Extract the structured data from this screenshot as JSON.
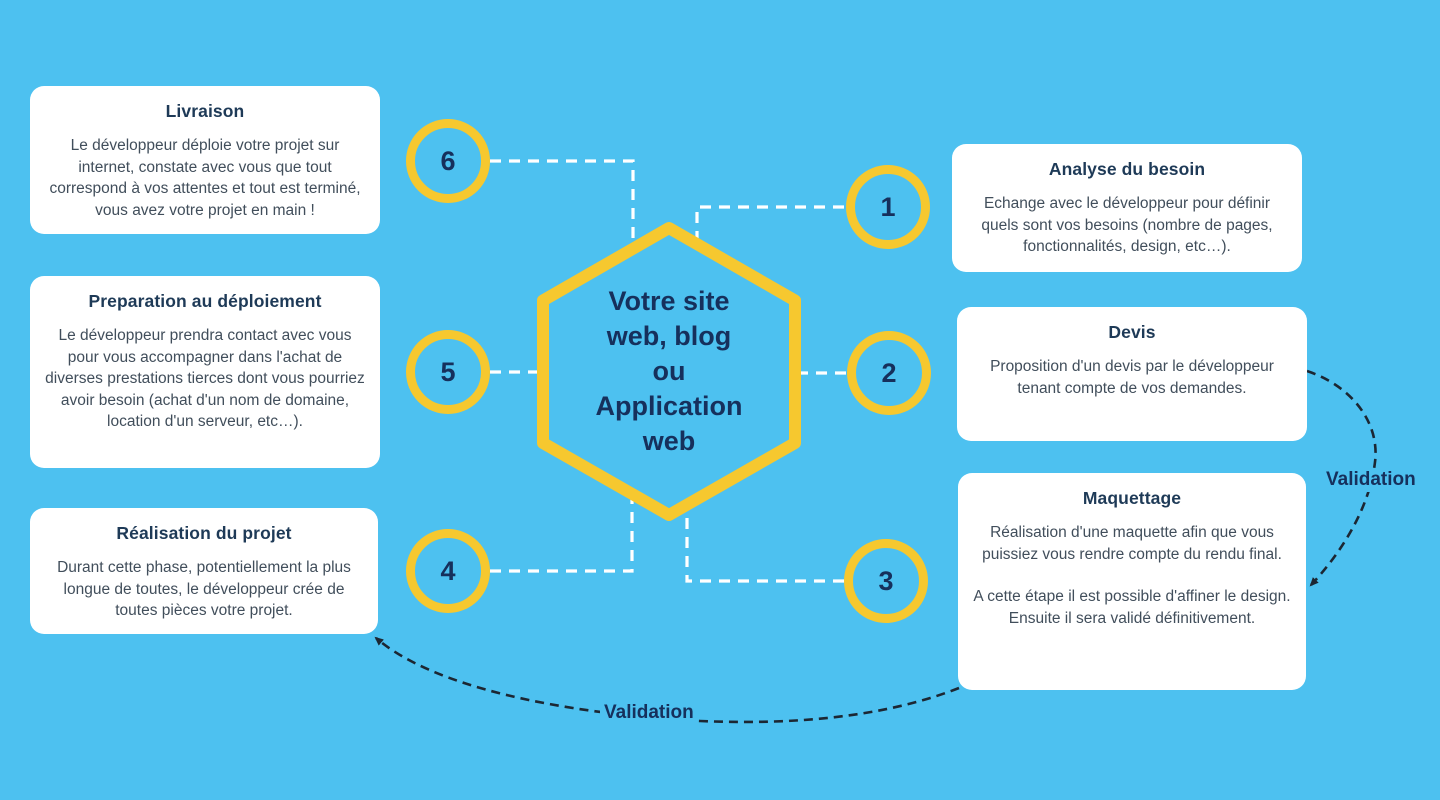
{
  "diagram_title": "Votre site web, blog ou Application web — process diagram",
  "colors": {
    "background": "#4dc1f0",
    "accent_yellow": "#f6c82f",
    "navy_text": "#16305c",
    "card_title": "#1e3a57",
    "card_body": "#414e5b",
    "card_background": "#ffffff",
    "white_dash": "#ffffff",
    "dark_dash": "#1c2733"
  },
  "hexagon": {
    "label": "Votre site\nweb, blog\nou\nApplication\nweb"
  },
  "steps": [
    {
      "number": "1",
      "title": "Analyse du besoin",
      "body": [
        "Echange avec le développeur pour définir quels sont vos besoins (nombre de pages, fonctionnalités, design, etc…)."
      ]
    },
    {
      "number": "2",
      "title": "Devis",
      "body": [
        "Proposition d'un devis par le développeur tenant compte de vos demandes."
      ]
    },
    {
      "number": "3",
      "title": "Maquettage",
      "body": [
        "Réalisation d'une maquette afin que vous puissiez vous rendre compte du rendu final.",
        "A cette étape il est possible d'affiner le design. Ensuite il sera validé définitivement."
      ]
    },
    {
      "number": "4",
      "title": "Réalisation du projet",
      "body": [
        "Durant cette phase, potentiellement la plus longue de toutes, le développeur crée de toutes pièces votre projet."
      ]
    },
    {
      "number": "5",
      "title": "Preparation au déploiement",
      "body": [
        "Le développeur prendra contact avec vous pour vous accompagner dans l'achat de diverses prestations tierces dont vous pourriez avoir besoin (achat d'un nom de domaine, location d'un serveur, etc…)."
      ]
    },
    {
      "number": "6",
      "title": "Livraison",
      "body": [
        "Le développeur déploie votre projet sur internet, constate avec vous que tout correspond à vos attentes et tout est terminé, vous avez votre projet en main !"
      ]
    }
  ],
  "validation_labels": {
    "right": "Validation",
    "bottom": "Validation"
  }
}
